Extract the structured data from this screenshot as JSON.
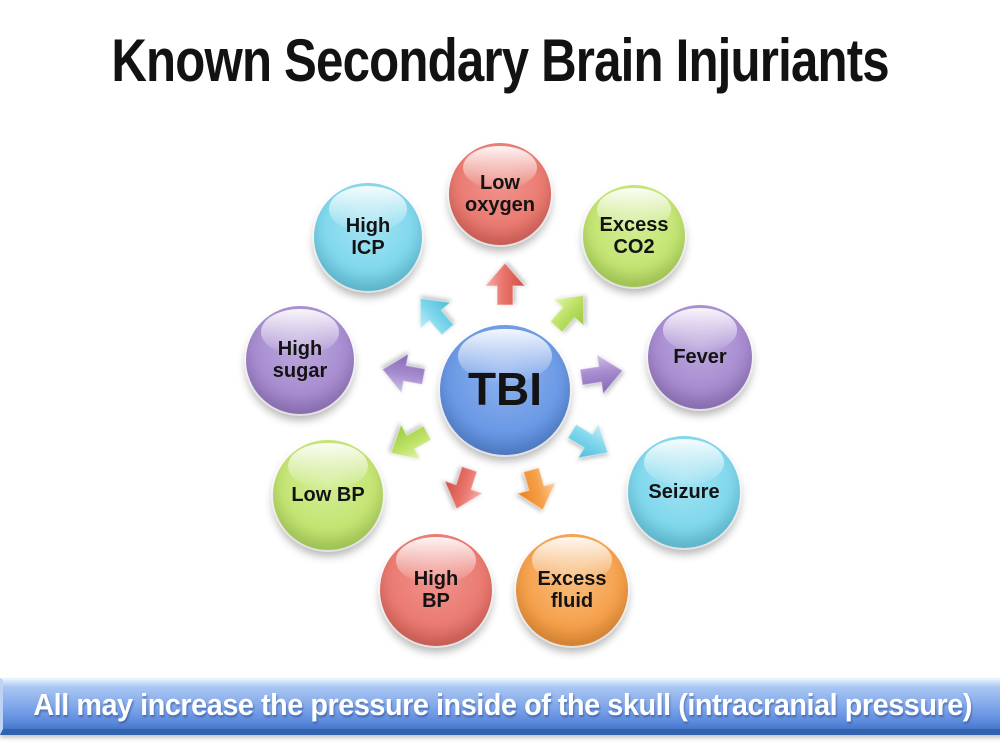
{
  "slide": {
    "title": "Known Secondary Brain Injuriants",
    "footer": "All may increase the pressure inside of the skull (intracranial pressure)"
  },
  "diagram": {
    "type": "divergent-radial",
    "center": {
      "label": "TBI",
      "color": "#6b99e5"
    },
    "nodes": [
      {
        "label": "Low\noxygen",
        "color": "#ea7a71",
        "color_name": "red",
        "position": "top"
      },
      {
        "label": "Excess\nCO2",
        "color": "#c3e472",
        "color_name": "green",
        "position": "top-right"
      },
      {
        "label": "Fever",
        "color": "#a78cd0",
        "color_name": "purple",
        "position": "right"
      },
      {
        "label": "Seizure",
        "color": "#7fd7ec",
        "color_name": "cyan",
        "position": "bottom-right"
      },
      {
        "label": "Excess\nfluid",
        "color": "#f5a14c",
        "color_name": "orange",
        "position": "bottom"
      },
      {
        "label": "High\nBP",
        "color": "#ea7a71",
        "color_name": "red",
        "position": "bottom-left"
      },
      {
        "label": "Low BP",
        "color": "#c3e472",
        "color_name": "green",
        "position": "left-bottom"
      },
      {
        "label": "High\nsugar",
        "color": "#a78cd0",
        "color_name": "purple",
        "position": "left"
      },
      {
        "label": "High\nICP",
        "color": "#7fd7ec",
        "color_name": "cyan",
        "position": "top-left"
      }
    ]
  }
}
